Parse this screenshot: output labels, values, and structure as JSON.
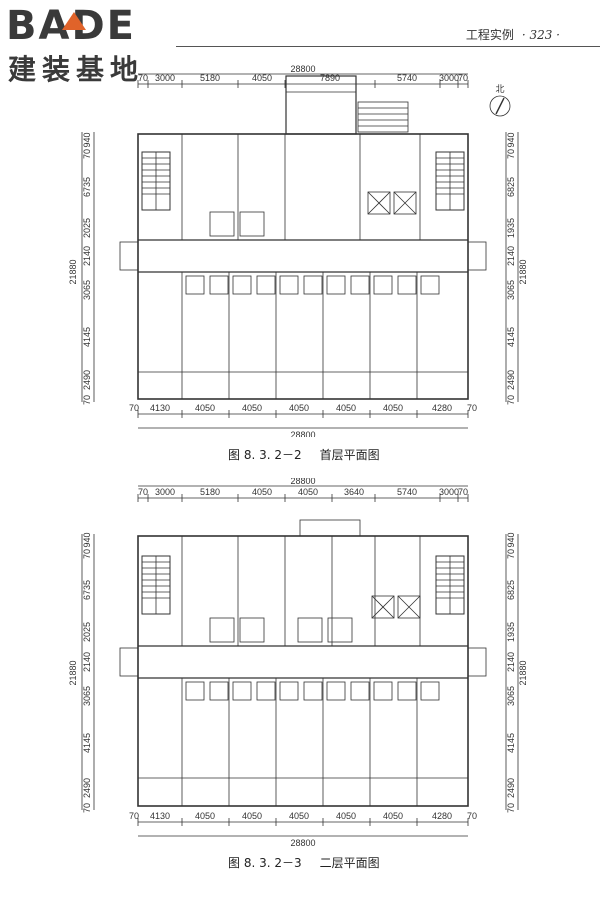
{
  "header": {
    "logo_word": "BADE",
    "logo_sub": "建装基地",
    "section_title": "工程实例",
    "page_number": "· 323 ·"
  },
  "plans": [
    {
      "caption_number": "图 8. 3. 2－2",
      "caption_title": "首层平面图",
      "total_width": "28800",
      "top_dims": [
        "70",
        "3000",
        "5180",
        "4050",
        "7890",
        "5740",
        "3000",
        "70"
      ],
      "bottom_dims": [
        "70",
        "4130",
        "4050",
        "4050",
        "4050",
        "4050",
        "4050",
        "4280",
        "70"
      ],
      "left_dims": [
        "940",
        "70",
        "6735",
        "2025",
        "2140",
        "3065",
        "4145",
        "2490",
        "70"
      ],
      "right_dims": [
        "940",
        "70",
        "6825",
        "1935",
        "2140",
        "3065",
        "4145",
        "2490",
        "70"
      ],
      "side_total": "21880",
      "north_label": "北"
    },
    {
      "caption_number": "图 8. 3. 2－3",
      "caption_title": "二层平面图",
      "total_width": "28800",
      "top_dims": [
        "70",
        "3000",
        "5180",
        "4050",
        "4050",
        "3640",
        "5740",
        "3000",
        "70"
      ],
      "bottom_dims": [
        "70",
        "4130",
        "4050",
        "4050",
        "4050",
        "4050",
        "4050",
        "4280",
        "70"
      ],
      "left_dims": [
        "940",
        "70",
        "6735",
        "2025",
        "2140",
        "3065",
        "4145",
        "2490",
        "70"
      ],
      "right_dims": [
        "940",
        "70",
        "6825",
        "1935",
        "2140",
        "3065",
        "4145",
        "2490",
        "70"
      ],
      "side_total": "21880"
    }
  ]
}
